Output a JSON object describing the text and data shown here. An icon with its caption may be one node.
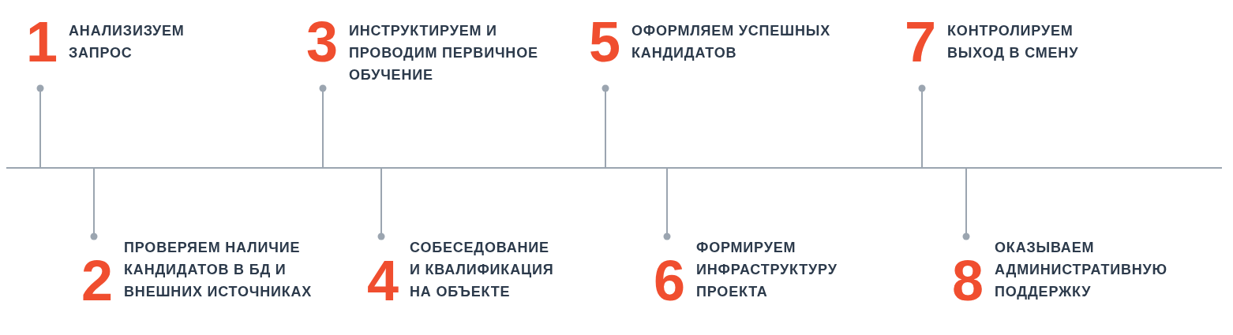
{
  "diagram": {
    "nodes": [
      {
        "text": [
          "1",
          "АНАЛИЗИЗУЕМ ЗАПРОС"
        ]
      },
      {
        "text": [
          "2",
          "ПРОВЕРЯЕМ НАЛИЧИЕ КАНДИДАТОВ В БД И ВНЕШНИХ ИСТОЧНИКАХ"
        ]
      },
      {
        "text": [
          "3",
          "ИНСТРУКТИРУЕМ И ПРОВОДИМ ПЕРВИЧНОЕ ОБУЧЕНИЕ"
        ]
      },
      {
        "text": [
          "4",
          "СОБЕСЕДОВАНИЕ И КВАЛИФИКАЦИЯ НА ОБЪЕКТЕ"
        ]
      },
      {
        "text": [
          "5",
          "ОФОРМЛЯЕМ УСПЕШНЫХ КАНДИДАТОВ"
        ]
      },
      {
        "text": [
          "6",
          "ФОРМИРУЕМ ИНФРАСТРУКТУРУ ПРОЕКТА"
        ]
      },
      {
        "text": [
          "7",
          "КОНТРОЛИРУЕМ ВЫХОД В СМЕНУ"
        ]
      },
      {
        "text": [
          "8",
          "ОКАЗЫВАЕМ АДМИНИСТРАТИВНУЮ ПОДДЕРЖКУ"
        ]
      }
    ],
    "edges": [
      {
        "from": 0,
        "to": null,
        "arrow": "other"
      },
      {
        "from": 1,
        "to": null,
        "arrow": "other"
      },
      {
        "from": 2,
        "to": null,
        "arrow": "other"
      },
      {
        "from": 3,
        "to": null,
        "arrow": "other"
      },
      {
        "from": 4,
        "to": null,
        "arrow": "other"
      },
      {
        "from": 5,
        "to": null,
        "arrow": "other"
      },
      {
        "from": 6,
        "to": null,
        "arrow": "other"
      },
      {
        "from": 7,
        "to": null,
        "arrow": "other"
      }
    ]
  }
}
